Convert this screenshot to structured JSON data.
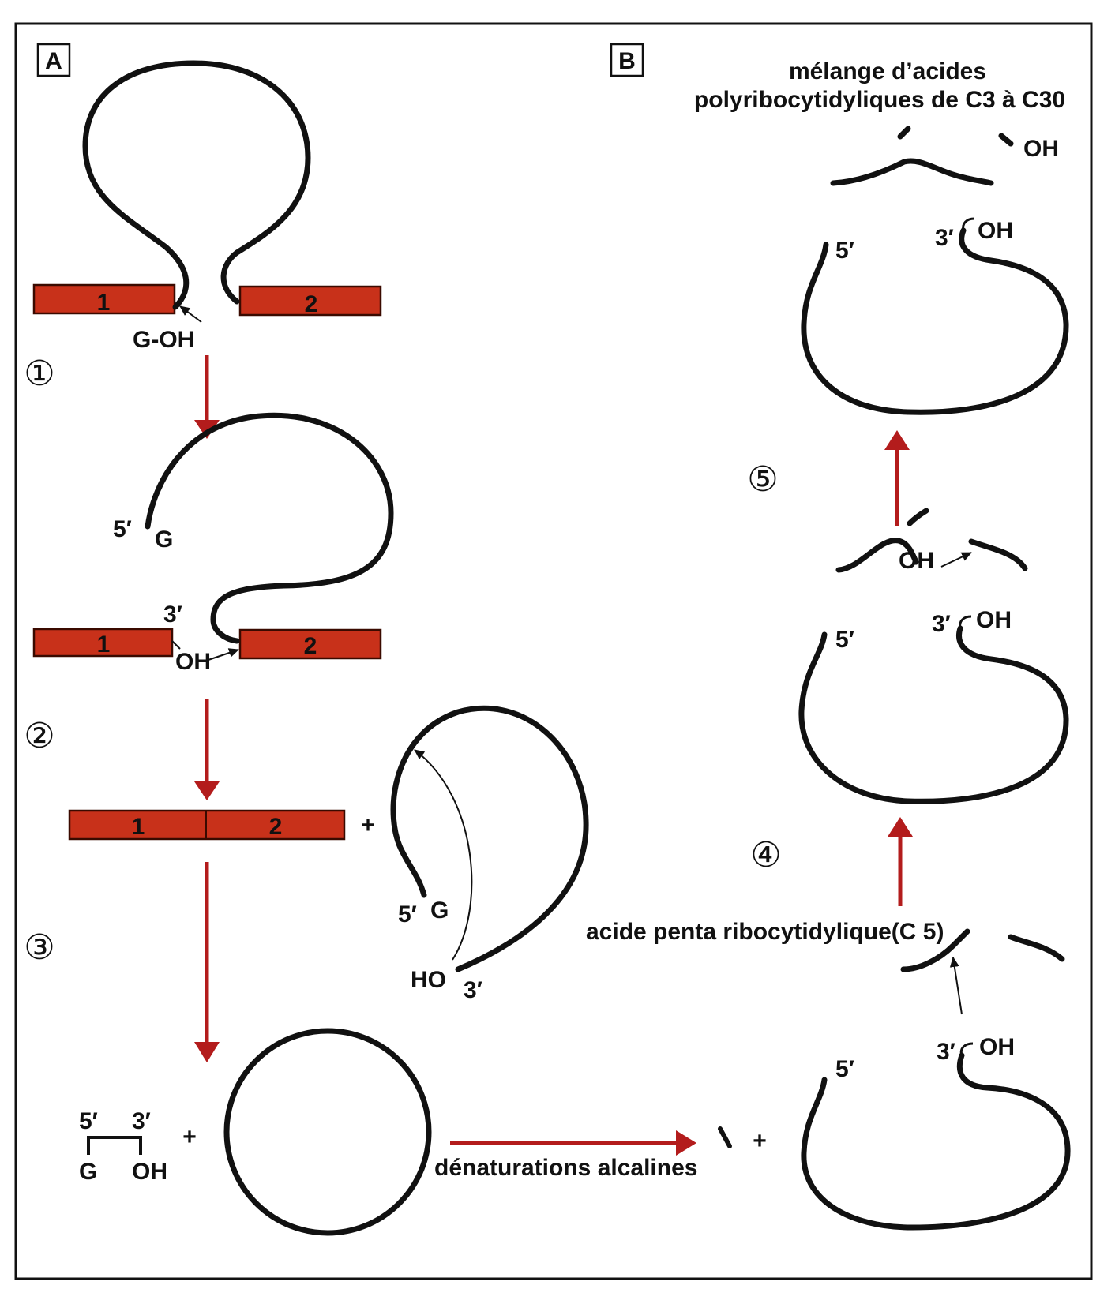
{
  "colors": {
    "exon_fill": "#c8311a",
    "arrow_red": "#b31c1c",
    "strand": "#111111",
    "background": "#ffffff"
  },
  "panels": {
    "A": "A",
    "B": "B"
  },
  "steps": {
    "s1": "①",
    "s2": "②",
    "s3": "③",
    "s4": "④",
    "s5": "⑤"
  },
  "exons": {
    "one": "1",
    "two": "2"
  },
  "labels": {
    "g_oh": "G-OH",
    "five_prime": "5′",
    "three_prime": "3′",
    "g": "G",
    "oh": "OH",
    "ho": "HO",
    "plus": "+",
    "three_prime_oh": "3′",
    "denaturation": "dénaturations  alcalines",
    "penta": "acide  penta  ribocytidylique(C 5)",
    "melange_line1": "mélange d’acides",
    "melange_line2": "polyribocytidyliques de C3 à C30"
  }
}
